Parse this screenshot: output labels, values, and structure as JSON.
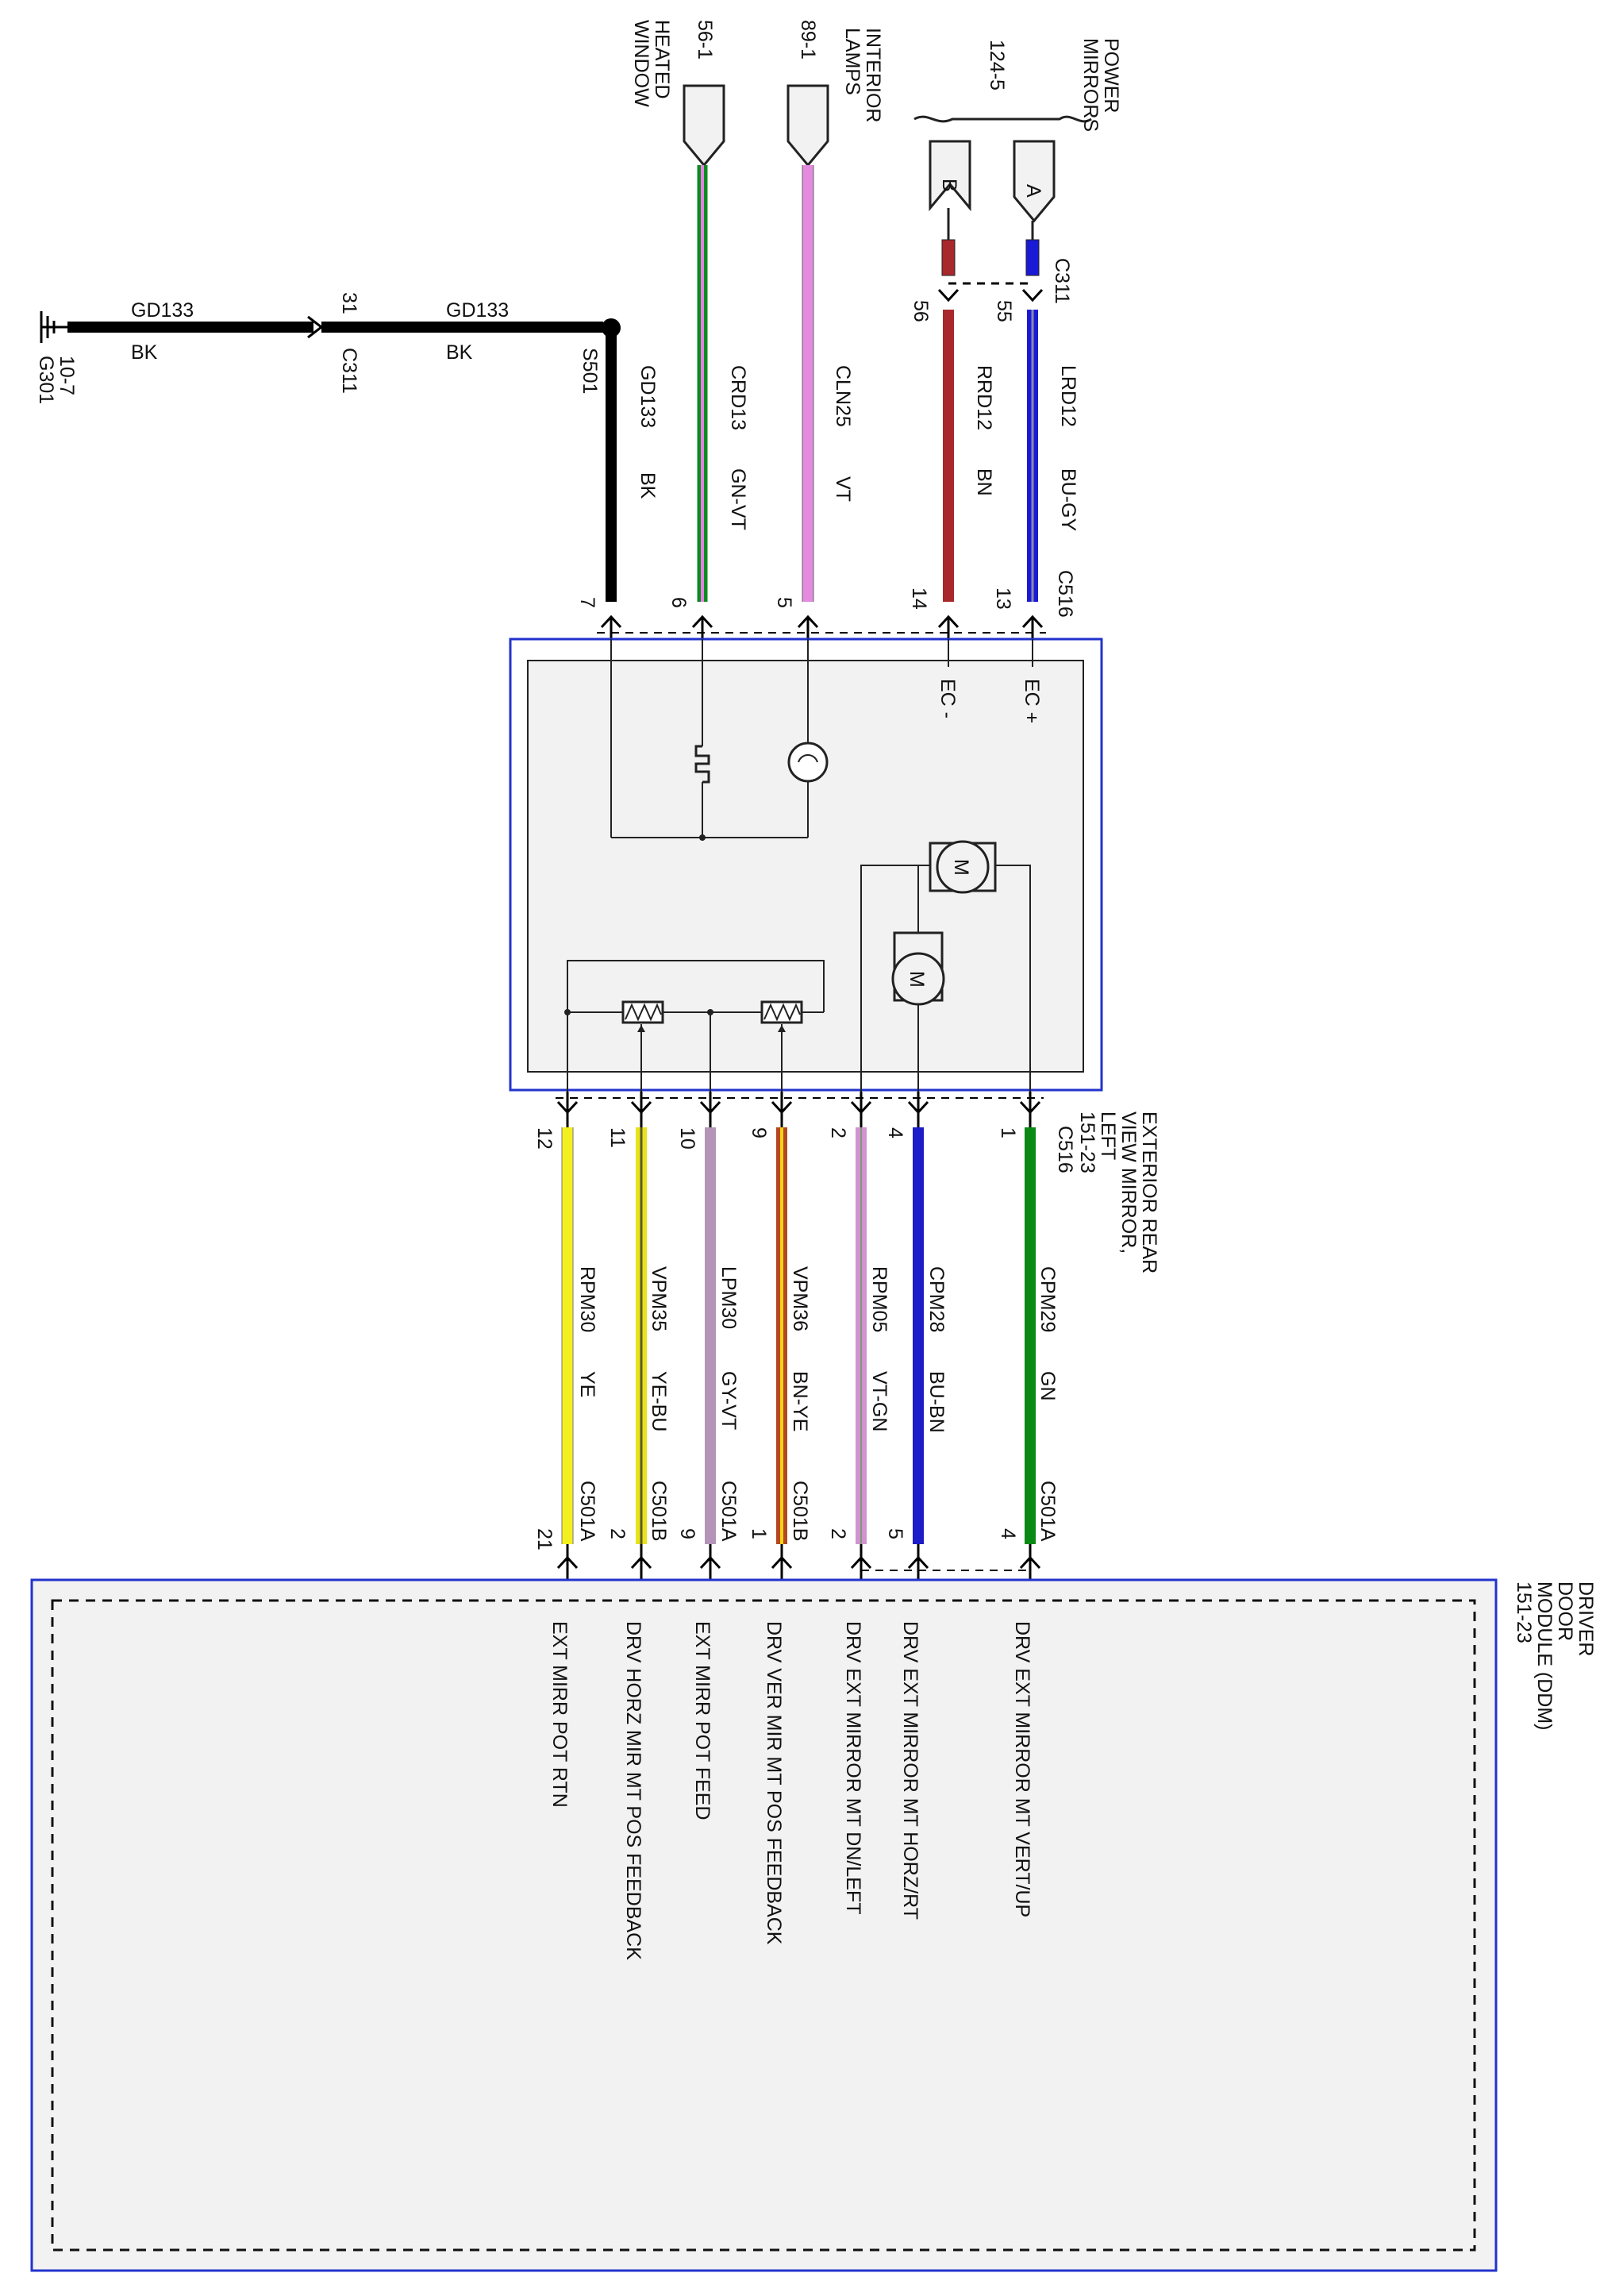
{
  "top_refs": {
    "heated_window": {
      "ref": "56-1",
      "line1": "HEATED",
      "line2": "WINDOW"
    },
    "interior_lamps": {
      "ref": "89-1",
      "line1": "INTERIOR",
      "line2": "LAMPS"
    },
    "power_mirrors": {
      "ref": "124-5",
      "line1": "POWER",
      "line2": "MIRRORS",
      "pin_a": "A",
      "pin_b": "B"
    }
  },
  "ground": {
    "ref": "G301",
    "page": "10-7",
    "connector": "C311",
    "pin": "31",
    "splice": "S501",
    "seg1": {
      "circuit": "GD133",
      "color": "BK"
    },
    "seg2": {
      "circuit": "GD133",
      "color": "BK"
    }
  },
  "connectors": {
    "c311": "C311",
    "c311_pin_a": "55",
    "c311_pin_b": "56",
    "c516_top": "C516",
    "c516_bottom": "C516"
  },
  "mirror_module": {
    "line1": "EXTERIOR REAR",
    "line2": "VIEW MIRROR,",
    "line3": "LEFT",
    "ref": "151-23",
    "ec_plus": "EC +",
    "ec_minus": "EC -",
    "motor_label": "M"
  },
  "top_wires": [
    {
      "pin": "7",
      "circuit": "GD133",
      "color": "BK",
      "hex": "#000000"
    },
    {
      "pin": "6",
      "circuit": "CRD13",
      "color": "GN-VT",
      "hex": "#0b8a1e",
      "stripe": "#e77fe3"
    },
    {
      "pin": "5",
      "circuit": "CLN25",
      "color": "VT",
      "hex": "#e48be0"
    },
    {
      "pin": "14",
      "circuit": "RRD12",
      "color": "BN",
      "hex": "#a8282c"
    },
    {
      "pin": "13",
      "circuit": "LRD12",
      "color": "BU-GY",
      "hex": "#1a1ad6"
    }
  ],
  "bottom_wires": [
    {
      "mirror_pin": "12",
      "circuit": "RPM30",
      "color": "YE",
      "connector": "C501A",
      "ddm_pin": "21",
      "hex": "#f4ef1e",
      "function": "EXT MIRR POT RTN"
    },
    {
      "mirror_pin": "11",
      "circuit": "VPM35",
      "color": "YE-BU",
      "connector": "C501B",
      "ddm_pin": "2",
      "hex": "#e8e31a",
      "stripe": "#3a3ae0",
      "function": "DRV HORZ MIR MT POS FEEDBACK"
    },
    {
      "mirror_pin": "10",
      "circuit": "LPM30",
      "color": "GY-VT",
      "connector": "C501A",
      "ddm_pin": "9",
      "hex": "#b495b7",
      "function": "EXT MIRR POT FEED"
    },
    {
      "mirror_pin": "9",
      "circuit": "VPM36",
      "color": "BN-YE",
      "connector": "C501B",
      "ddm_pin": "1",
      "hex": "#b5481c",
      "stripe": "#f2d21a",
      "function": "DRV VER MIR MT POS FEEDBACK"
    },
    {
      "mirror_pin": "2",
      "circuit": "RPM05",
      "color": "VT-GN",
      "connector": "C501A",
      "ddm_pin": "2",
      "hex": "#d292d0",
      "function": "DRV EXT MIRROR MT DN/LEFT"
    },
    {
      "mirror_pin": "4",
      "circuit": "CPM28",
      "color": "BU-BN",
      "connector": "C501A",
      "ddm_pin": "5",
      "hex": "#1c1cc8",
      "function": "DRV EXT MIRROR MT HORZ/RT"
    },
    {
      "mirror_pin": "1",
      "circuit": "CPM29",
      "color": "GN",
      "connector": "C501A",
      "ddm_pin": "4",
      "hex": "#0a8a14",
      "function": "DRV EXT MIRROR MT VERT/UP"
    }
  ],
  "ddm": {
    "line1": "DRIVER",
    "line2": "DOOR",
    "line3": "MODULE (DDM)",
    "ref": "151-23"
  },
  "colors": {
    "module_border": "#2233cc",
    "module_fill": "#f2f2f2",
    "line": "#222222"
  }
}
